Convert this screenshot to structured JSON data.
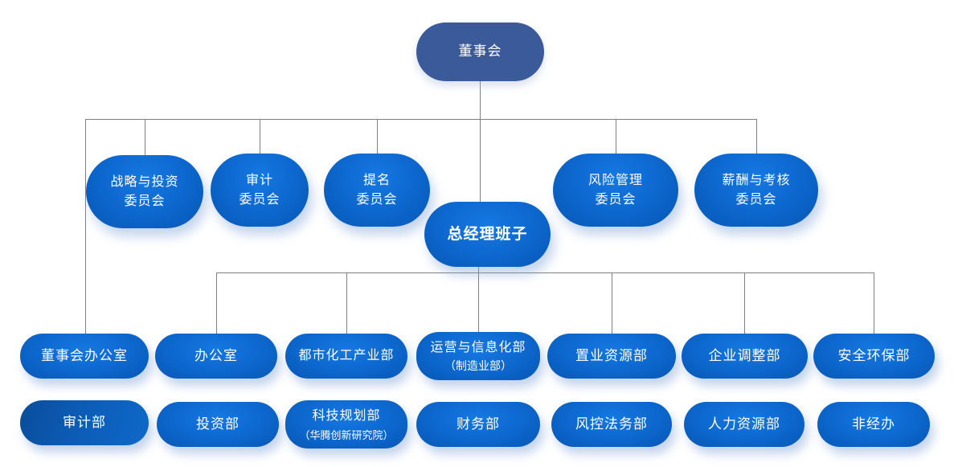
{
  "colors": {
    "background": "#ffffff",
    "board-fill": "#3a5a9a",
    "node-bright": "#1578e2",
    "node-mid": "#0c66cc",
    "node-dark": "#0757b2",
    "audit-dark": "#0a4d9b",
    "audit-mid": "#0c5cb6",
    "audit-bright": "#0e68c8",
    "line": "#808080",
    "text": "#ffffff"
  },
  "org_chart": {
    "type": "org-tree",
    "root": {
      "label": "董事会"
    },
    "committees": [
      {
        "label": "战略与投资\n委员会"
      },
      {
        "label": "审计\n委员会"
      },
      {
        "label": "提名\n委员会"
      },
      {
        "label": "风险管理\n委员会"
      },
      {
        "label": "薪酬与考核\n委员会"
      }
    ],
    "general_manager": {
      "label": "总经理班子"
    },
    "departments_row1": [
      {
        "label": "董事会办公室"
      },
      {
        "label": "办公室"
      },
      {
        "label": "都市化工产业部"
      },
      {
        "label": "运营与信息化部",
        "sublabel": "（制造业部）"
      },
      {
        "label": "置业资源部"
      },
      {
        "label": "企业调整部"
      },
      {
        "label": "安全环保部"
      }
    ],
    "departments_row2": [
      {
        "label": "审计部"
      },
      {
        "label": "投资部"
      },
      {
        "label": "科技规划部",
        "sublabel": "（华腾创新研究院）"
      },
      {
        "label": "财务部"
      },
      {
        "label": "风控法务部"
      },
      {
        "label": "人力资源部"
      },
      {
        "label": "非经办"
      }
    ]
  }
}
